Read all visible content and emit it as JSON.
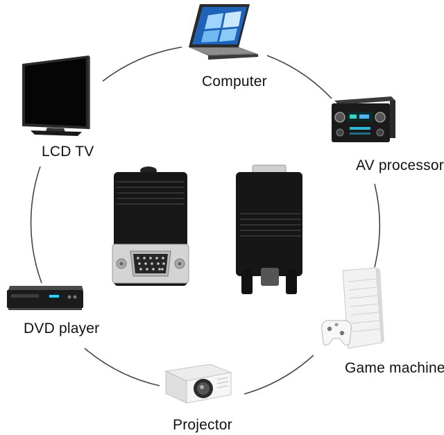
{
  "devices": {
    "computer": {
      "label": "Computer",
      "icon": "laptop-icon"
    },
    "av_processor": {
      "label": "AV processor",
      "icon": "av-processor-icon"
    },
    "game_machine": {
      "label": "Game machine",
      "icon": "game-console-icon"
    },
    "projector": {
      "label": "Projector",
      "icon": "projector-icon"
    },
    "dvd_player": {
      "label": "DVD player",
      "icon": "dvd-player-icon"
    },
    "lcd_tv": {
      "label": "LCD TV",
      "icon": "lcd-tv-icon"
    }
  },
  "center": {
    "icon": "vga-adapter-icon"
  },
  "colors": {
    "ring": "#333333",
    "adapter": "#151515",
    "connector": "#c9c9c9"
  }
}
